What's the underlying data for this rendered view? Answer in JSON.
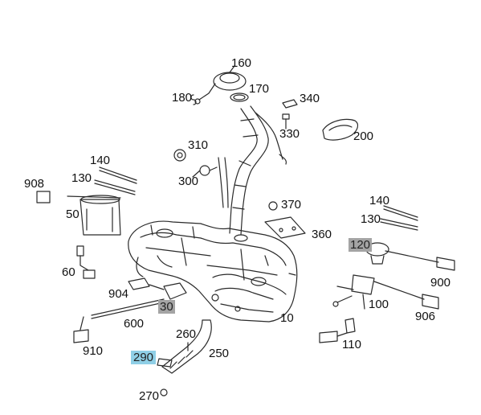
{
  "diagram": {
    "callouts": [
      {
        "id": "160",
        "label": "160"
      },
      {
        "id": "170",
        "label": "170"
      },
      {
        "id": "180",
        "label": "180"
      },
      {
        "id": "340",
        "label": "340"
      },
      {
        "id": "330",
        "label": "330"
      },
      {
        "id": "200",
        "label": "200"
      },
      {
        "id": "310",
        "label": "310"
      },
      {
        "id": "300",
        "label": "300"
      },
      {
        "id": "140a",
        "label": "140"
      },
      {
        "id": "130a",
        "label": "130"
      },
      {
        "id": "908",
        "label": "908"
      },
      {
        "id": "50",
        "label": "50"
      },
      {
        "id": "370",
        "label": "370"
      },
      {
        "id": "360",
        "label": "360"
      },
      {
        "id": "140b",
        "label": "140"
      },
      {
        "id": "130b",
        "label": "130"
      },
      {
        "id": "120",
        "label": "120",
        "highlight": "gray"
      },
      {
        "id": "60",
        "label": "60"
      },
      {
        "id": "900",
        "label": "900"
      },
      {
        "id": "904",
        "label": "904"
      },
      {
        "id": "30",
        "label": "30",
        "highlight": "gray"
      },
      {
        "id": "100",
        "label": "100"
      },
      {
        "id": "906",
        "label": "906"
      },
      {
        "id": "600",
        "label": "600"
      },
      {
        "id": "10",
        "label": "10"
      },
      {
        "id": "260",
        "label": "260"
      },
      {
        "id": "250",
        "label": "250"
      },
      {
        "id": "910",
        "label": "910"
      },
      {
        "id": "110",
        "label": "110"
      },
      {
        "id": "290",
        "label": "290",
        "highlight": "blue"
      },
      {
        "id": "270",
        "label": "270"
      }
    ],
    "colors": {
      "line": "#2a2a2a",
      "highlight_gray": "#a4a4a4",
      "highlight_blue": "#8fcfe6"
    }
  }
}
